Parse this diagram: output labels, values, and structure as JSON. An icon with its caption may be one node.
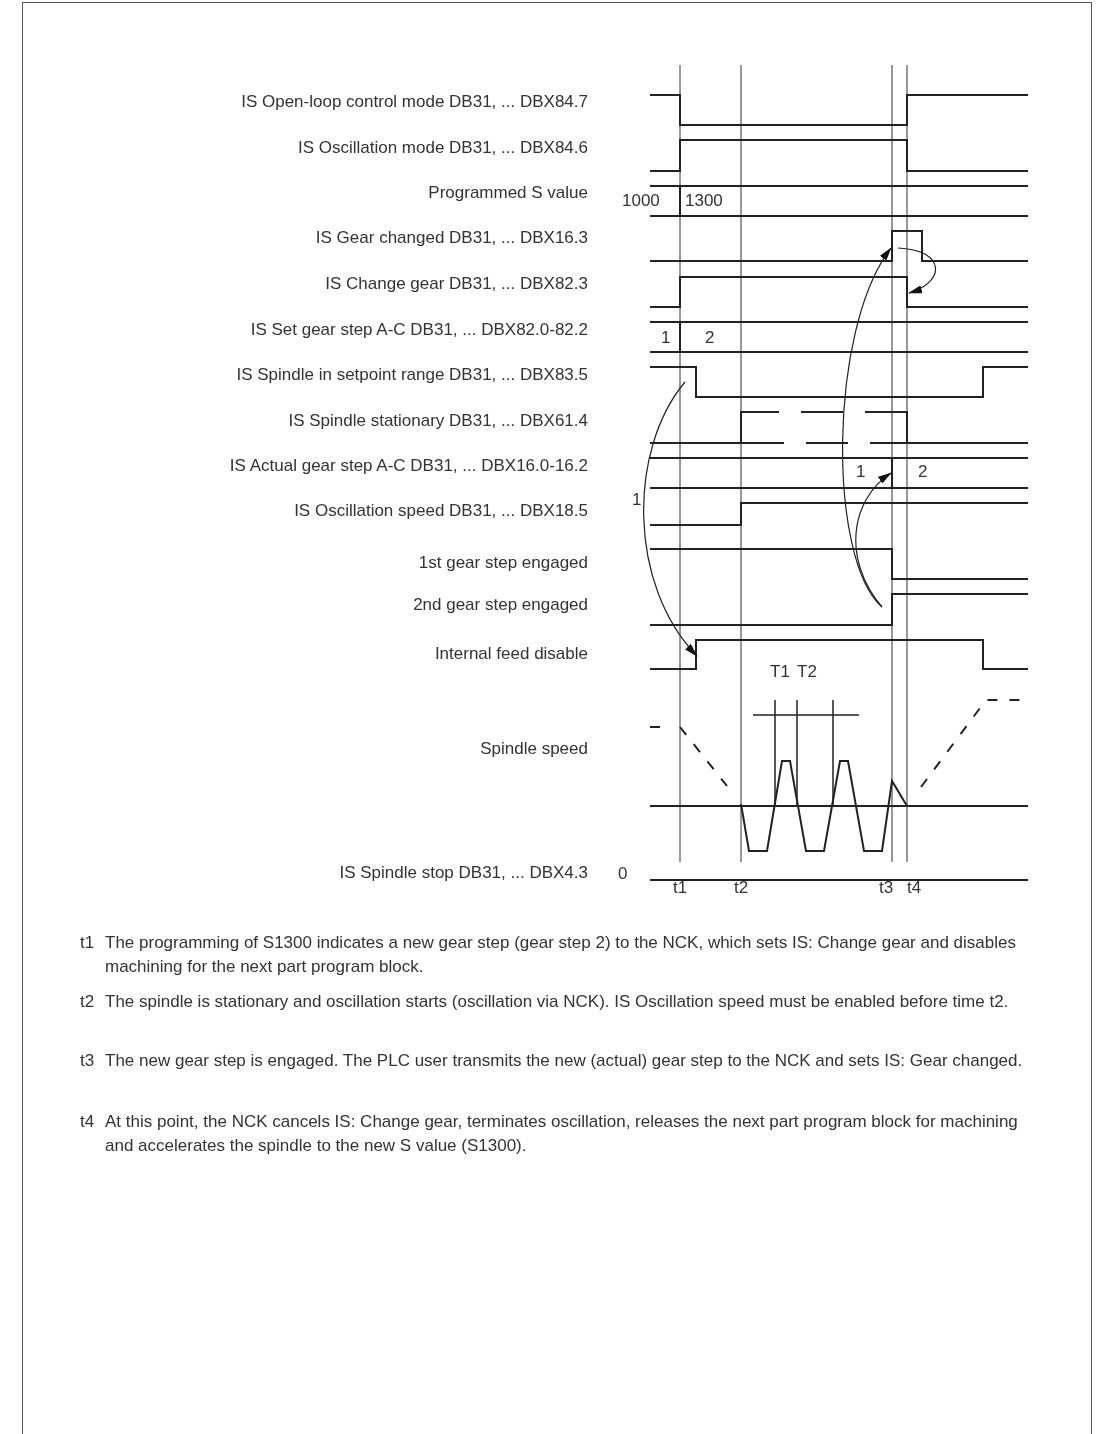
{
  "diagram": {
    "labels": [
      "IS Open-loop control mode DB31, ... DBX84.7",
      "IS Oscillation mode DB31, ... DBX84.6",
      "Programmed S value",
      "1000",
      "1300",
      "IS Gear changed DB31, ... DBX16.3",
      "IS Change gear DB31, ... DBX82.3",
      "IS Set gear step A-C DB31, ... DBX82.0-82.2",
      "1",
      "2",
      "IS Spindle in setpoint range DB31, ... DBX83.5",
      "IS Spindle stationary DB31, ... DBX61.4",
      "IS Actual gear step A-C DB31, ... DBX16.0-16.2",
      "1",
      "2",
      "1",
      "IS Oscillation speed DB31, ... DBX18.5",
      "1st gear step engaged",
      "2nd gear step engaged",
      "Internal feed disable",
      "T1",
      "T2",
      "Spindle speed",
      "IS Spindle stop DB31, ... DBX4.3",
      "0",
      "t1",
      "t2",
      "t3",
      "t4",
      "t1",
      "The programming of S1300 indicates a new gear step (gear step 2) to the NCK, which sets IS: Change gear and disables machining for the next part program block.",
      "t2",
      "The spindle is stationary and oscillation starts (oscillation via NCK). IS Oscillation speed must be enabled before time t2.",
      "t3",
      "The new gear step is engaged. The PLC user transmits the new (actual) gear step to the NCK and sets IS: Gear changed.",
      "t4",
      "At this point, the NCK cancels IS: Change gear, terminates oscillation, releases the next part program block for machining and accelerates the spindle to the new S value (S1300)."
    ]
  }
}
